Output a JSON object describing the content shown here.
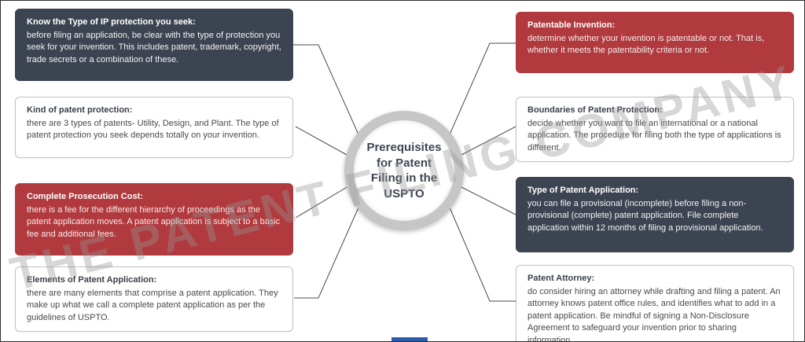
{
  "center": {
    "title": "Prerequisites for Patent Filing in the USPTO"
  },
  "watermark": "THE PATENT FILING COMPANY",
  "colors": {
    "dark_node": "#3d4451",
    "red_node": "#b13a3e",
    "light_node_border": "#c2c2c2",
    "connector": "#4a4a4a",
    "circle_ring": "#c6c6c6",
    "accent_blue": "#2a5caa",
    "watermark_gray": "#969696"
  },
  "left_nodes": [
    {
      "heading": "Know the Type of IP protection you seek:",
      "body": "before filing an application, be clear with the type of protection you seek for your invention. This includes patent, trademark, copyright, trade secrets or a combination of these."
    },
    {
      "heading": "Kind of patent protection:",
      "body": "there are 3 types of patents- Utility, Design, and Plant. The type of patent protection you seek depends totally on your invention."
    },
    {
      "heading": "Complete Prosecution Cost:",
      "body": "there is a fee for the different hierarchy of proceedings as the patent application moves. A patent application is subject to a basic fee and additional fees."
    },
    {
      "heading": "Elements of Patent Application:",
      "body": "there are many elements that comprise a patent application. They make up what we call a complete patent application as per the guidelines of USPTO."
    }
  ],
  "right_nodes": [
    {
      "heading": "Patentable Invention:",
      "body": "determine whether your invention is patentable or not. That is, whether it meets the patentability criteria or not."
    },
    {
      "heading": "Boundaries of Patent Protection:",
      "body": "decide whether you want to file an international or a national application. The procedure for filing both the type of applications is different."
    },
    {
      "heading": "Type of Patent Application:",
      "body": "you can file a provisional (incomplete) before filing a non-provisional (complete) patent application. File complete application within 12 months of filing a provisional application."
    },
    {
      "heading": "Patent Attorney:",
      "body": "do consider hiring an attorney while drafting and filing a patent. An attorney knows patent office rules, and identifies what to add in a patent application. Be mindful of signing a Non-Disclosure Agreement to safeguard your invention prior to sharing information."
    }
  ]
}
